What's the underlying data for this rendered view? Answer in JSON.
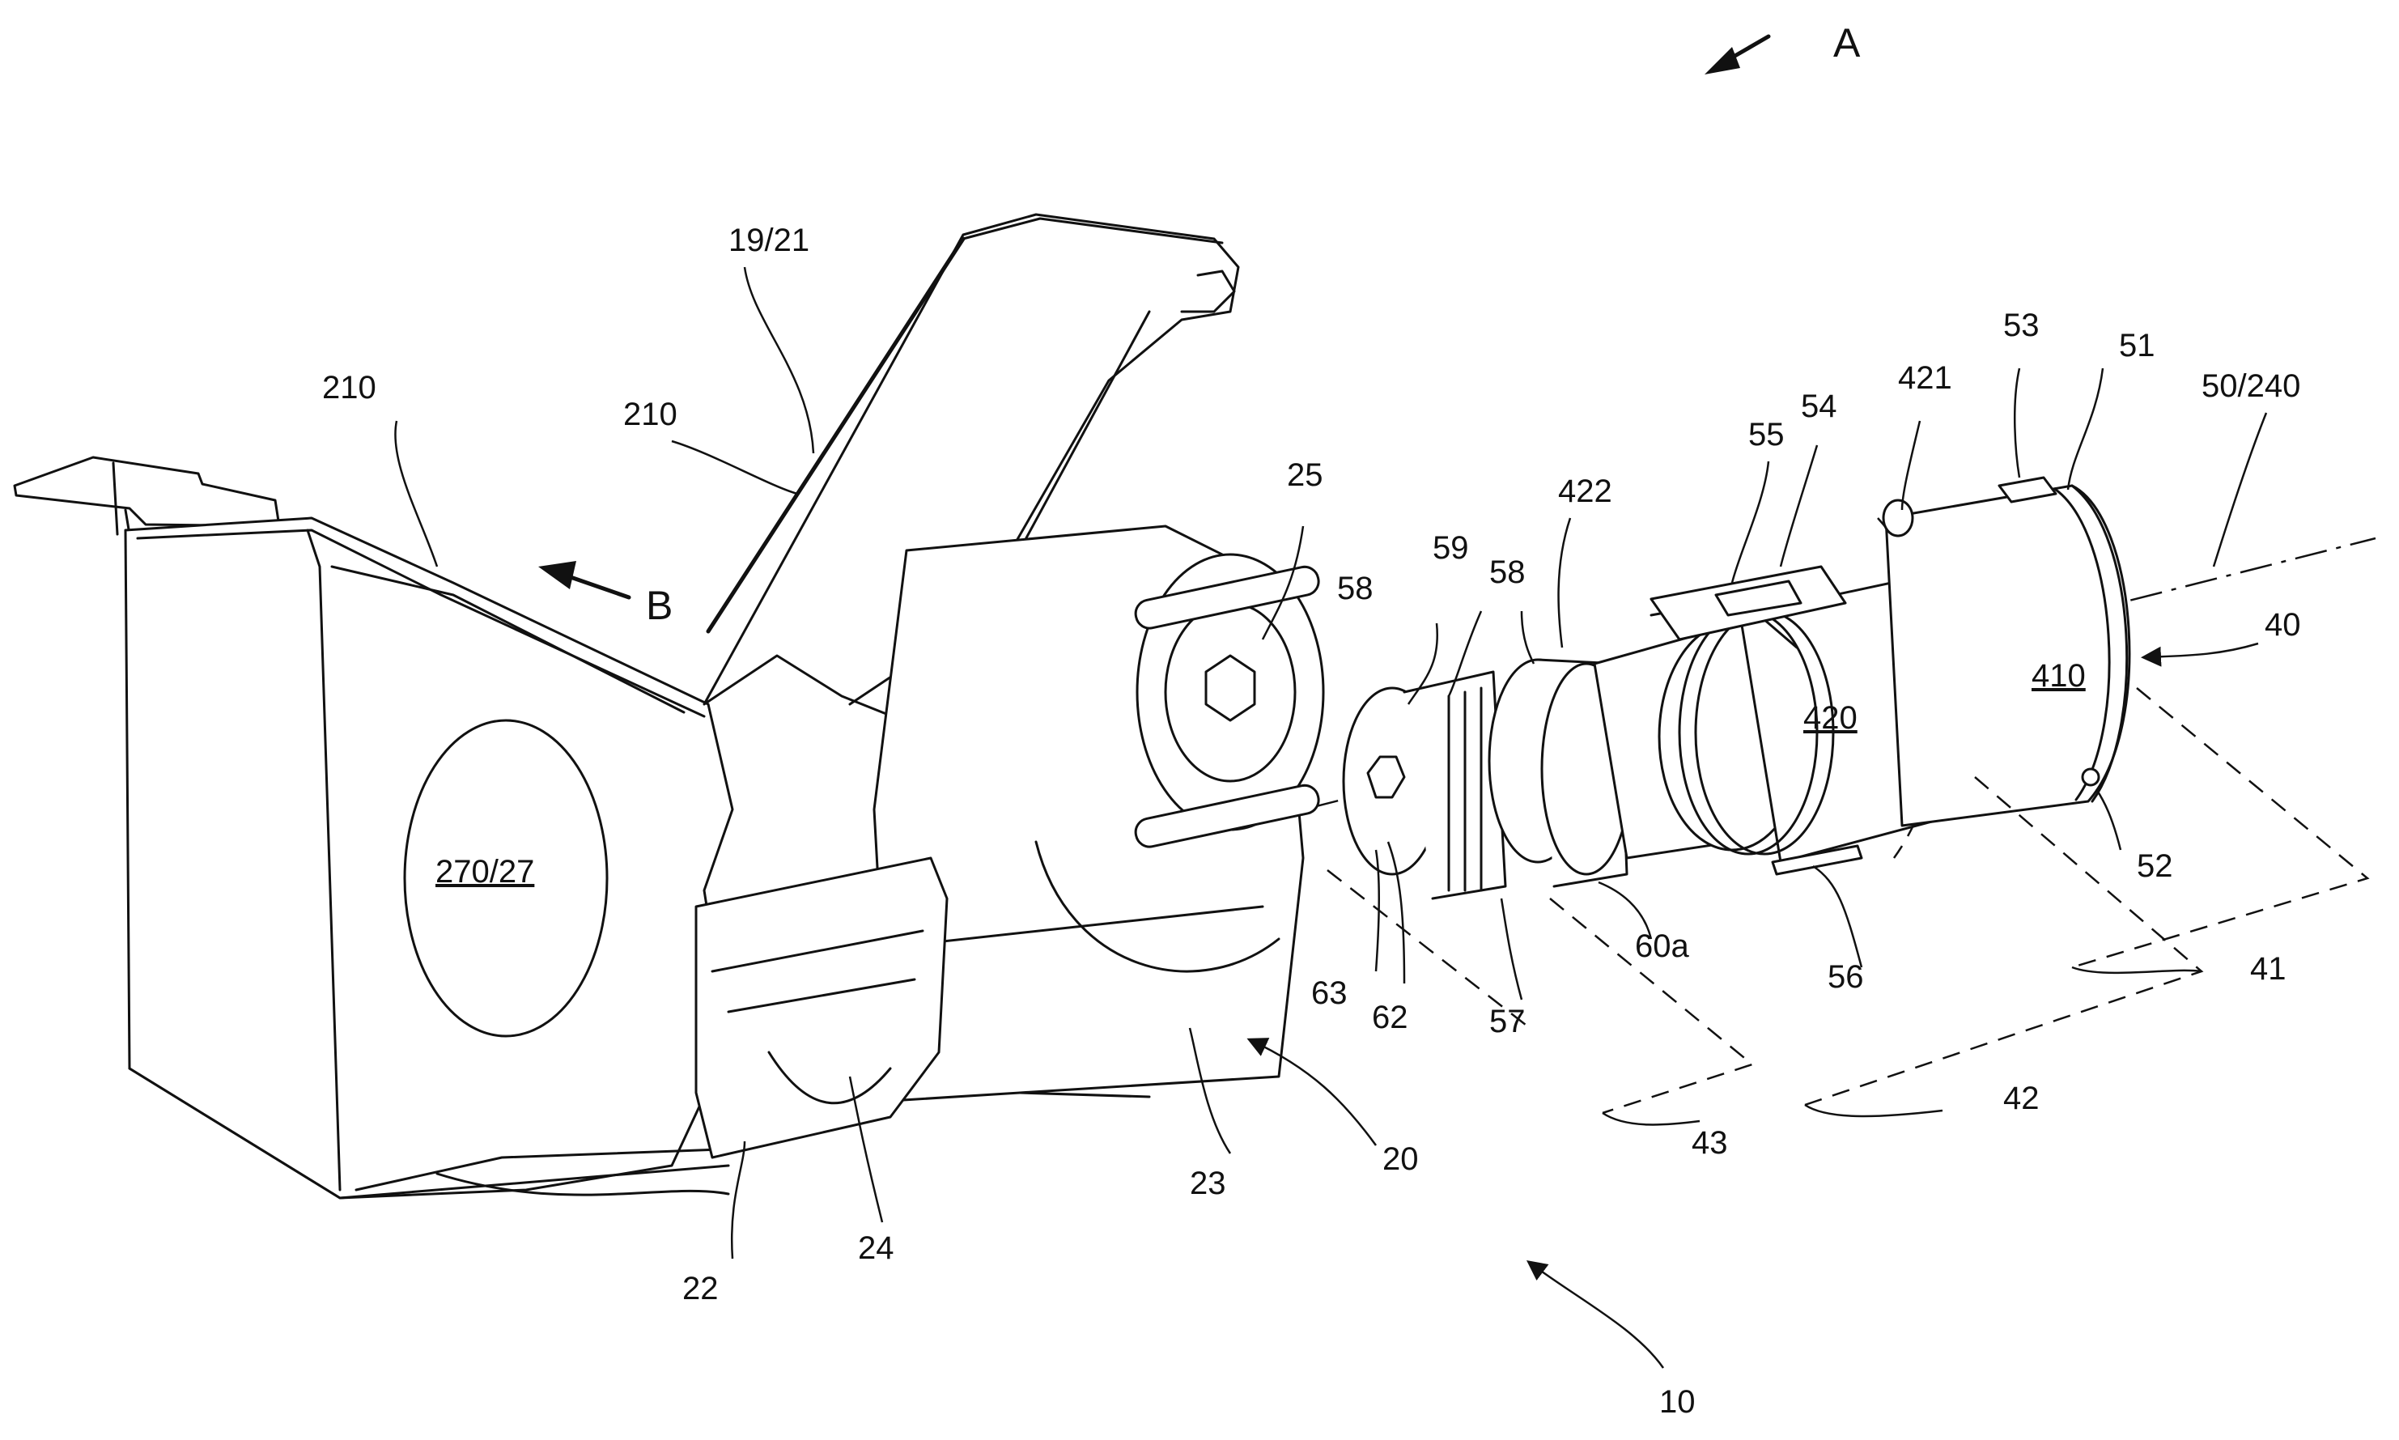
{
  "labels": {
    "view_a": "A",
    "view_b": "B",
    "ref_19_21": "19/21",
    "ref_210_left": "210",
    "ref_210_mid": "210",
    "ref_270_27": "270/27",
    "ref_25": "25",
    "ref_58_left": "58",
    "ref_59": "59",
    "ref_58_right": "58",
    "ref_422": "422",
    "ref_55": "55",
    "ref_54": "54",
    "ref_421": "421",
    "ref_53": "53",
    "ref_51": "51",
    "ref_50_240": "50/240",
    "ref_40": "40",
    "ref_420": "420",
    "ref_410": "410",
    "ref_52": "52",
    "ref_60a": "60a",
    "ref_63": "63",
    "ref_62": "62",
    "ref_57": "57",
    "ref_56": "56",
    "ref_41": "41",
    "ref_42": "42",
    "ref_43": "43",
    "ref_20": "20",
    "ref_23": "23",
    "ref_22": "22",
    "ref_24": "24",
    "ref_10": "10"
  }
}
